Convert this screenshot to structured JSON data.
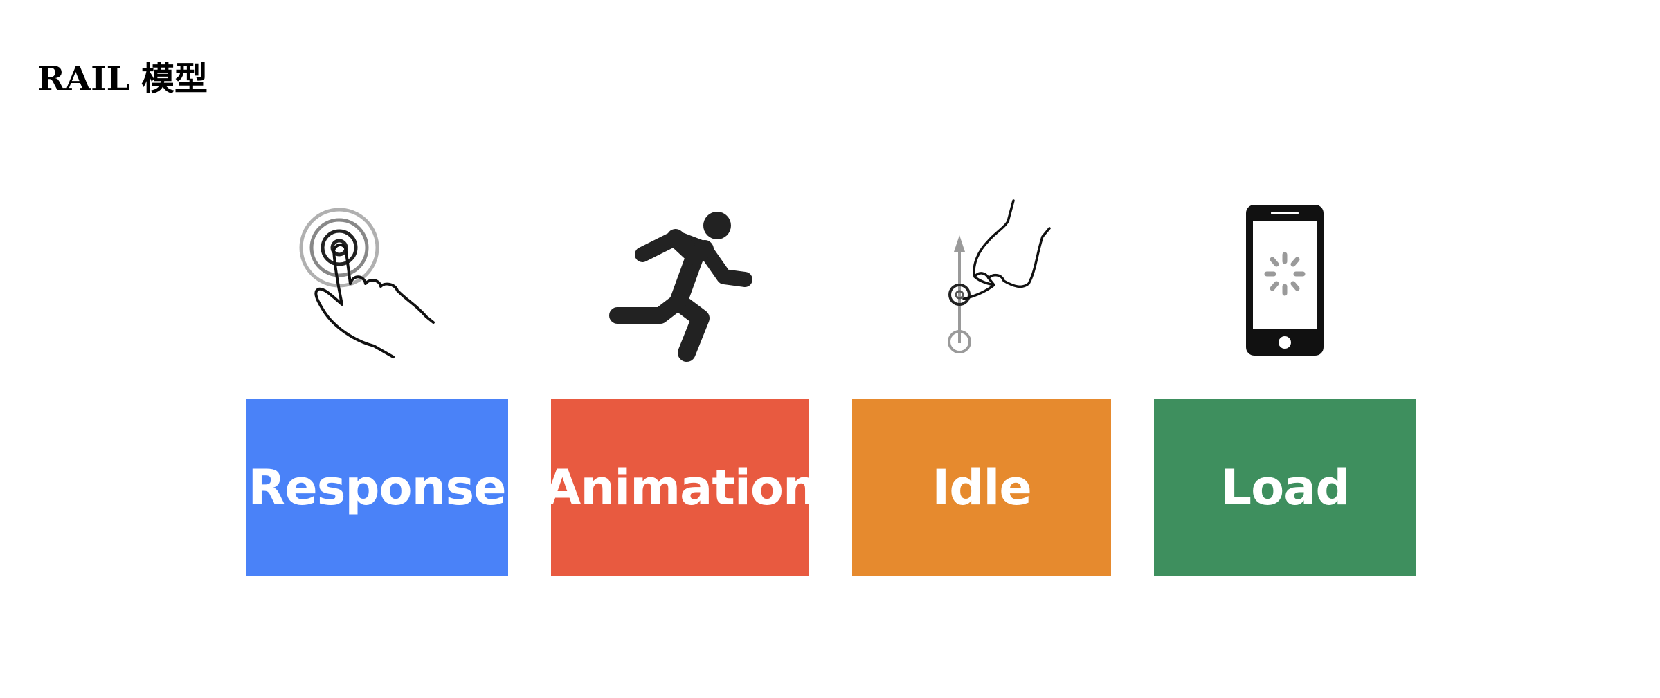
{
  "title": "RAIL 模型",
  "pillars": [
    {
      "label": "Response",
      "color": "#4a82f8",
      "icon": "tap-hand-icon"
    },
    {
      "label": "Animation",
      "color": "#e85a40",
      "icon": "running-person-icon"
    },
    {
      "label": "Idle",
      "color": "#e68a2e",
      "icon": "swipe-up-hand-icon"
    },
    {
      "label": "Load",
      "color": "#3e8f5e",
      "icon": "phone-loading-icon"
    }
  ]
}
